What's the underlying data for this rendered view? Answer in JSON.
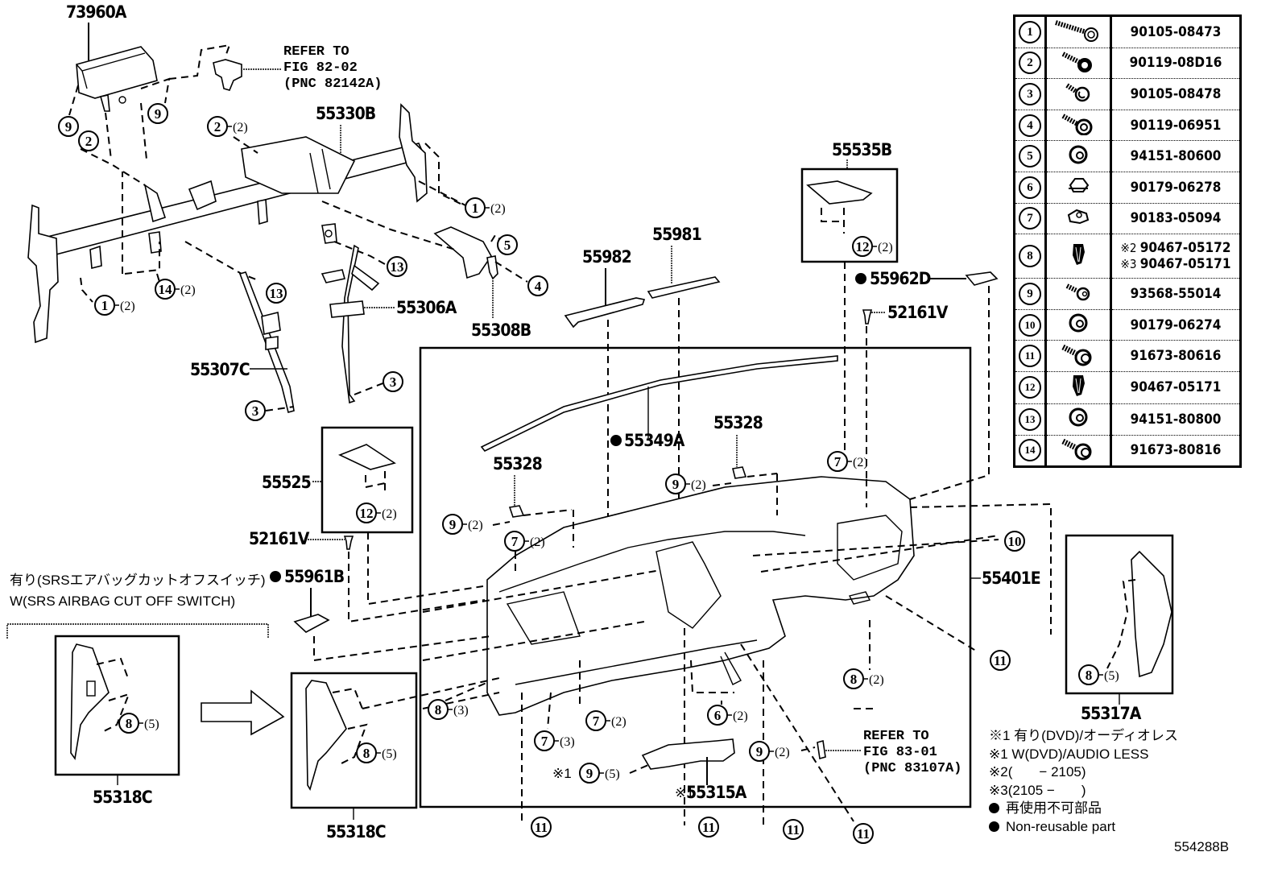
{
  "diagram": {
    "title_code": "554288B",
    "part_labels": {
      "airbag": "73960A",
      "reinforcement": "55330B",
      "brace_center": "55306A",
      "brace_left": "55307C",
      "brace_right": "55308B",
      "cover_center": "55535B",
      "cover_left": "55525",
      "duct_982": "55982",
      "duct_981": "55981",
      "clip_52161v_right": "52161V",
      "clip_52161v_left": "52161V",
      "vent_55962d": "55962D",
      "vent_55961b": "55961B",
      "seal_55349a": "55349A",
      "clip_55328_left": "55328",
      "clip_55328_center": "55328",
      "panel_main": "55401E",
      "side_cover_right": "55317A",
      "side_cover_left_a": "55318C",
      "side_cover_left_b": "55318C",
      "bracket_55315a": "55315A",
      "bracket_55315a_mark": "※1"
    },
    "references": [
      {
        "id": "ref-fig-82-02",
        "lines": [
          "REFER TO",
          "FIG 82-02",
          "(PNC 82142A)"
        ]
      },
      {
        "id": "ref-fig-83-01",
        "lines": [
          "REFER TO",
          "FIG 83-01",
          "(PNC 83107A)"
        ]
      }
    ],
    "variant_note": {
      "jp": "有り(SRSエアバッグカットオフスイッチ)",
      "en": "W(SRS AIRBAG CUT OFF SWITCH)"
    },
    "callouts": [
      {
        "num": "9",
        "qty": ""
      },
      {
        "num": "9",
        "qty": ""
      },
      {
        "num": "2",
        "qty": ""
      },
      {
        "num": "2",
        "qty": "(2)"
      },
      {
        "num": "1",
        "qty": "(2)"
      },
      {
        "num": "1",
        "qty": "(2)"
      },
      {
        "num": "14",
        "qty": "(2)"
      },
      {
        "num": "13",
        "qty": ""
      },
      {
        "num": "13",
        "qty": ""
      },
      {
        "num": "5",
        "qty": ""
      },
      {
        "num": "4",
        "qty": ""
      },
      {
        "num": "3",
        "qty": ""
      },
      {
        "num": "3",
        "qty": ""
      },
      {
        "num": "12",
        "qty": "(2)"
      },
      {
        "num": "12",
        "qty": "(2)"
      },
      {
        "num": "9",
        "qty": "(2)"
      },
      {
        "num": "9",
        "qty": "(2)"
      },
      {
        "num": "7",
        "qty": "(2)"
      },
      {
        "num": "7",
        "qty": "(2)"
      },
      {
        "num": "10",
        "qty": ""
      },
      {
        "num": "11",
        "qty": ""
      },
      {
        "num": "8",
        "qty": "(2)"
      },
      {
        "num": "8",
        "qty": "(5)"
      },
      {
        "num": "8",
        "qty": "(5)"
      },
      {
        "num": "8",
        "qty": "(5)"
      },
      {
        "num": "8",
        "qty": "(3)"
      },
      {
        "num": "7",
        "qty": "(2)"
      },
      {
        "num": "7",
        "qty": "(3)"
      },
      {
        "num": "6",
        "qty": "(2)"
      },
      {
        "num": "9",
        "qty": "(5)"
      },
      {
        "num": "9",
        "qty": "(2)"
      },
      {
        "num": "11",
        "qty": ""
      },
      {
        "num": "11",
        "qty": ""
      },
      {
        "num": "11",
        "qty": ""
      },
      {
        "num": "11",
        "qty": ""
      }
    ],
    "callout_9_5_mark": "※1",
    "non_reusable_marker": "●"
  },
  "fastener_table": [
    {
      "num": "1",
      "icon": "long-flange-bolt-icon",
      "parts": [
        "90105-08473"
      ]
    },
    {
      "num": "2",
      "icon": "flange-bolt-icon",
      "parts": [
        "90119-08D16"
      ]
    },
    {
      "num": "3",
      "icon": "short-bolt-icon",
      "parts": [
        "90105-08478"
      ]
    },
    {
      "num": "4",
      "icon": "washer-bolt-icon",
      "parts": [
        "90119-06951"
      ]
    },
    {
      "num": "5",
      "icon": "nut-icon",
      "parts": [
        "94151-80600"
      ]
    },
    {
      "num": "6",
      "icon": "clip-nut-icon",
      "parts": [
        "90179-06278"
      ]
    },
    {
      "num": "7",
      "icon": "u-nut-icon",
      "parts": [
        "90183-05094"
      ]
    },
    {
      "num": "8",
      "icon": "push-clip-icon",
      "parts": [
        "90467-05172",
        "90467-05171"
      ],
      "marks": [
        "※2",
        "※3"
      ]
    },
    {
      "num": "9",
      "icon": "screw-icon",
      "parts": [
        "93568-55014"
      ]
    },
    {
      "num": "10",
      "icon": "nut-icon",
      "parts": [
        "90179-06274"
      ]
    },
    {
      "num": "11",
      "icon": "screw-washer-icon",
      "parts": [
        "91673-80616"
      ]
    },
    {
      "num": "12",
      "icon": "push-clip-icon",
      "parts": [
        "90467-05171"
      ]
    },
    {
      "num": "13",
      "icon": "nut-icon",
      "parts": [
        "94151-80800"
      ]
    },
    {
      "num": "14",
      "icon": "screw-washer-icon",
      "parts": [
        "91673-80816"
      ]
    }
  ],
  "notes": [
    "※1 有り(DVD)/オーディオレス",
    "※1 W(DVD)/AUDIO LESS",
    "※2(       − 2105)",
    "※3(2105 −       )",
    "再使用不可部品",
    "Non-reusable part"
  ]
}
